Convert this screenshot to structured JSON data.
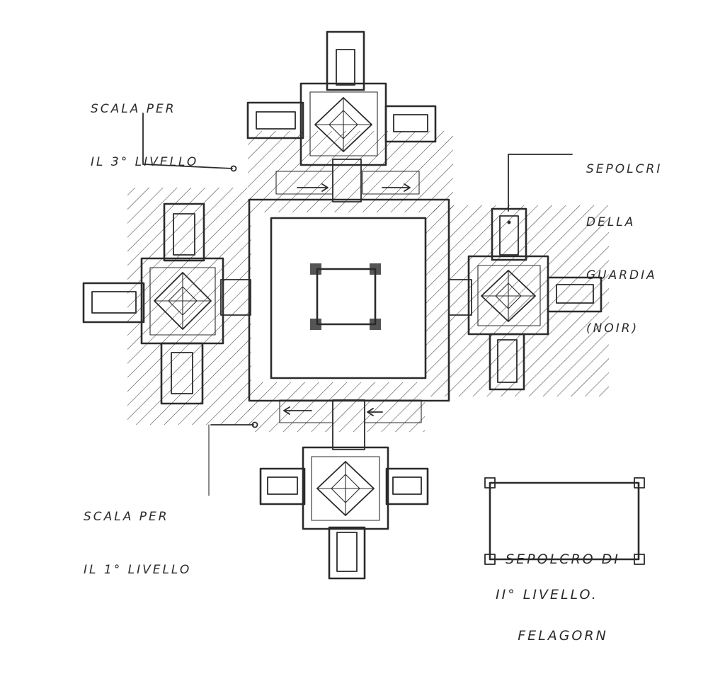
{
  "labels": {
    "stair_to_level3": [
      "SCALA PER",
      "IL 3° LIVELLO"
    ],
    "stair_to_level1": [
      "SCALA PER",
      "IL 1° LIVELLO"
    ],
    "guard_tombs": [
      "SEPOLCRI",
      "DELLA",
      "GUARDIA",
      "(NOIR)"
    ],
    "title_box": [
      "SEPOLCRO DI",
      "FELAGORN"
    ],
    "level": "II° LIVELLO."
  },
  "colors": {
    "ink": "#2b2b2b",
    "paper": "#ffffff"
  }
}
